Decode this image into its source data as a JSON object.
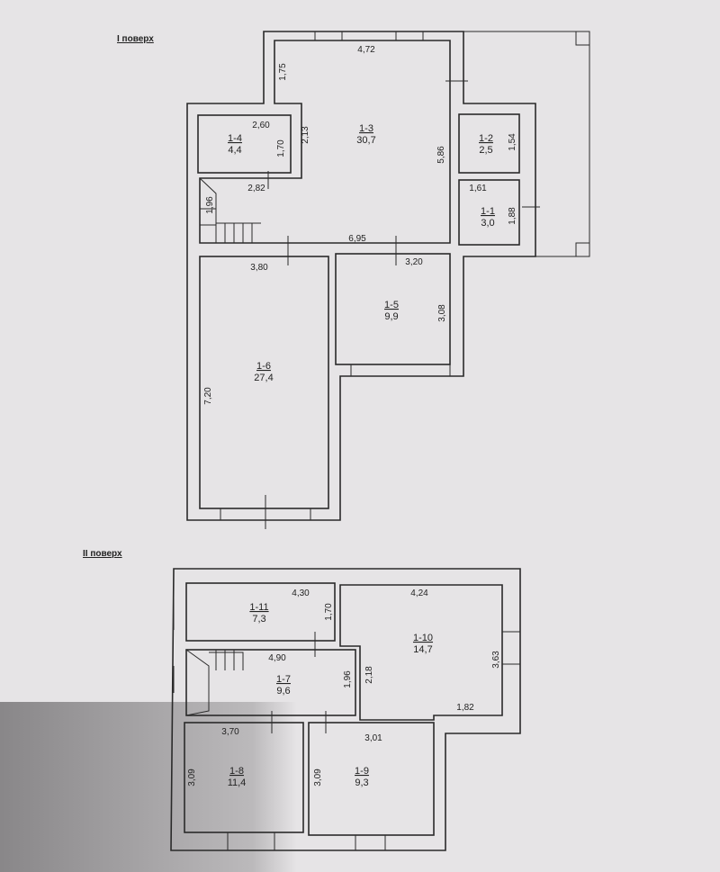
{
  "floors": [
    {
      "title": "I поверх",
      "rooms": [
        {
          "id": "1-1",
          "area": "3,0"
        },
        {
          "id": "1-2",
          "area": "2,5"
        },
        {
          "id": "1-3",
          "area": "30,7"
        },
        {
          "id": "1-4",
          "area": "4,4"
        },
        {
          "id": "1-5",
          "area": "9,9"
        },
        {
          "id": "1-6",
          "area": "27,4"
        }
      ],
      "dimensions": [
        "4,72",
        "1,75",
        "2,60",
        "2,13",
        "1,70",
        "2,82",
        "5,86",
        "1,54",
        "1,61",
        "1,88",
        "6,95",
        "3,80",
        "3,20",
        "3,08",
        "7,20",
        "1,96"
      ]
    },
    {
      "title": "II поверх",
      "rooms": [
        {
          "id": "1-7",
          "area": "9,6"
        },
        {
          "id": "1-8",
          "area": "11,4"
        },
        {
          "id": "1-9",
          "area": "9,3"
        },
        {
          "id": "1-10",
          "area": "14,7"
        },
        {
          "id": "1-11",
          "area": "7,3"
        }
      ],
      "dimensions": [
        "4,30",
        "1,70",
        "4,24",
        "4,90",
        "1,96",
        "2,18",
        "3,63",
        "1,82",
        "3,70",
        "3,01",
        "3,09",
        "3,09"
      ]
    }
  ]
}
